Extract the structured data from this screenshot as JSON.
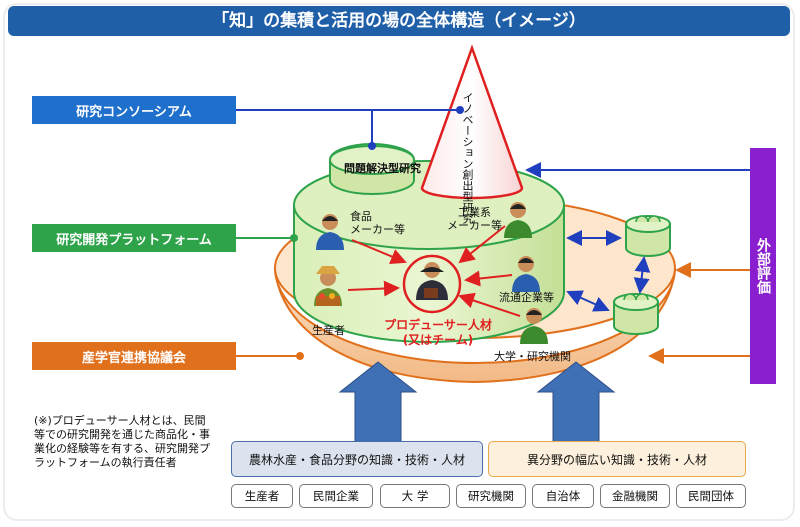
{
  "title": "「知」の集積と活用の場の全体構造（イメージ）",
  "left_labels": {
    "consortium": "研究コンソーシアム",
    "platform": "研究開発プラットフォーム",
    "council": "産学官連携協議会"
  },
  "right_label": "外部評価",
  "cone_label": "イノベーション創出型研究",
  "dome_label": "問題解決型研究",
  "actors": {
    "food": "食品\nメーカー等",
    "industrial": "工業系\nメーカー等",
    "distribution": "流通企業等",
    "university": "大学・研究機関",
    "producer": "生産者"
  },
  "center_label": "プロデューサー人材\n(又はチーム)",
  "note": "(※)プロデューサー人材とは、民間等での研究開発を通じた商品化・事業化の経験等を有する、研究開発プラットフォームの執行責任者",
  "knowledge_boxes": [
    "農林水産・食品分野の知識・技術・人材",
    "異分野の幅広い知識・技術・人材"
  ],
  "categories": [
    "生産者",
    "民間企業",
    "大 学",
    "研究機関",
    "自治体",
    "金融機関",
    "民間団体"
  ],
  "colors": {
    "title": "#1f5fa8",
    "consortium": "#1f6fcc",
    "platform": "#2ea34a",
    "council": "#e0701c",
    "evaluation": "#8a1fd0",
    "cone": "#e02020",
    "bowl": "#f4c79c",
    "cylinder": "#cfe6a6"
  }
}
